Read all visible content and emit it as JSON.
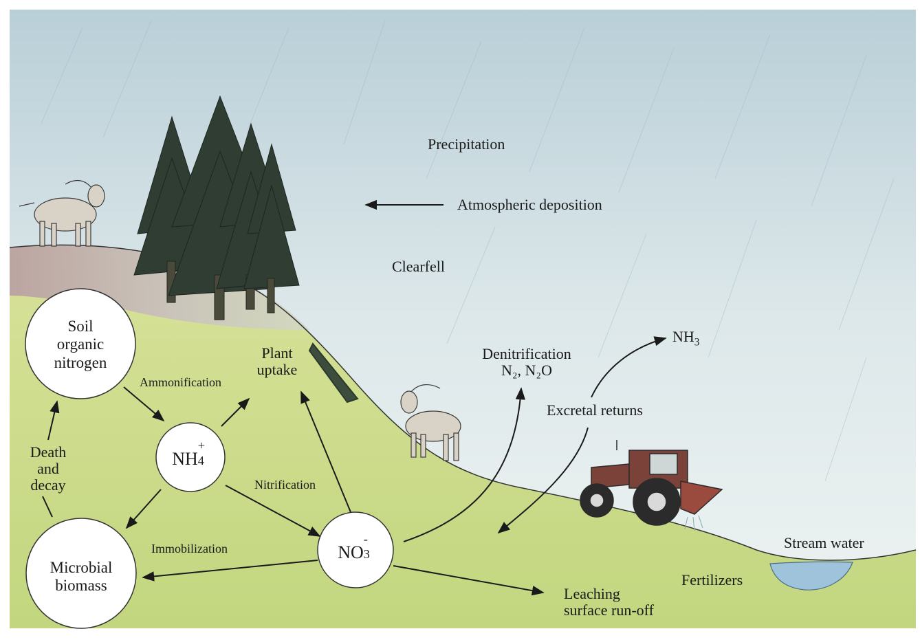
{
  "scene": {
    "precipitation": "Precipitation",
    "atmospheric_deposition": "Atmospheric deposition",
    "clearfell": "Clearfell",
    "stream_water": "Stream water",
    "fertilizers": "Fertilizers",
    "excretal_returns": "Excretal returns",
    "nh3_base": "NH",
    "nh3_sub": "3"
  },
  "nodes": {
    "soil_organic_nitrogen": [
      "Soil",
      "organic",
      "nitrogen"
    ],
    "nh4_base": "NH",
    "nh4_sub": "4",
    "nh4_sup": "+",
    "no3_base": "NO",
    "no3_sub": "3",
    "no3_sup": "-",
    "microbial_biomass": [
      "Microbial",
      "biomass"
    ]
  },
  "processes": {
    "ammonification": "Ammonification",
    "nitrification": "Nitrification",
    "immobilization": "Immobilization",
    "plant_uptake": [
      "Plant",
      "uptake"
    ],
    "death_and_decay": [
      "Death",
      "and",
      "decay"
    ],
    "denitrification": "Denitrification",
    "denitrification_products": "N₂, N₂O",
    "leaching": [
      "Leaching",
      "surface run-off"
    ]
  }
}
